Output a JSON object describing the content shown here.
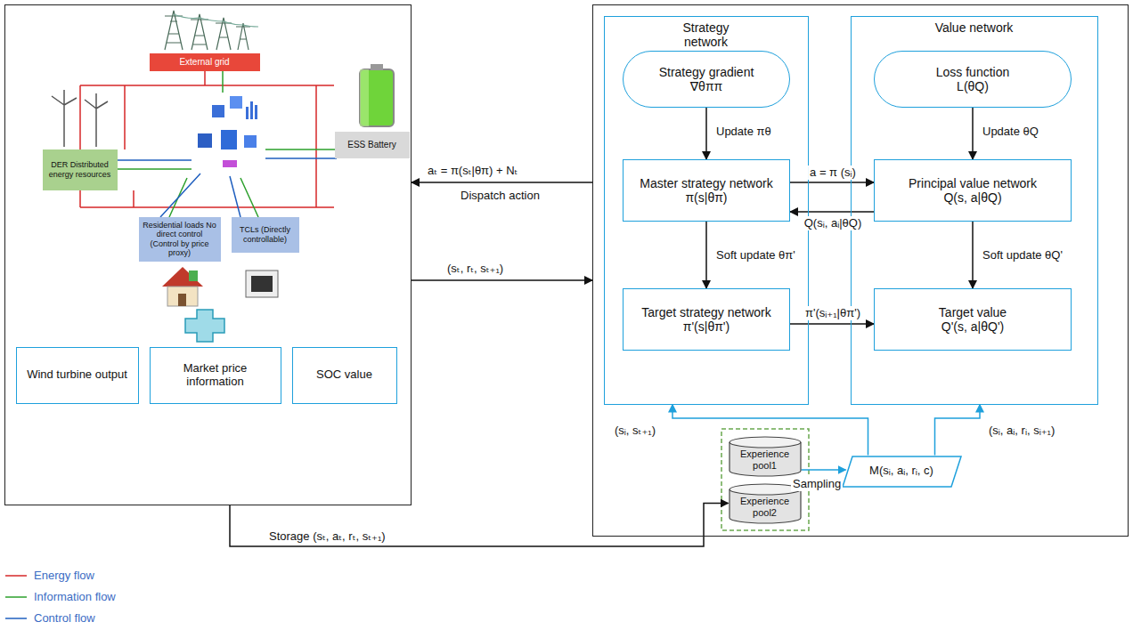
{
  "diagram": {
    "nodes": [
      {
        "text": []
      },
      {
        "text": [
          "External grid"
        ],
        "in": 0
      },
      {
        "text": [
          "DER Distributed energy resources"
        ],
        "in": 0
      },
      {
        "text": [
          "ESS Battery"
        ],
        "in": 0
      },
      {
        "text": [
          "Residential loads No direct control (Control by price proxy)"
        ],
        "in": 0
      },
      {
        "text": [
          "TCLs (Directly controllable)"
        ],
        "in": 0
      },
      {
        "text": [
          "Wind turbine output"
        ],
        "in": 0
      },
      {
        "text": [
          "Market price information"
        ],
        "in": 0
      },
      {
        "text": [
          "SOC value"
        ],
        "in": 0
      },
      {
        "text": []
      },
      {
        "text": [
          "Strategy network"
        ],
        "in": 9
      },
      {
        "text": [
          "Strategy gradient",
          "∇θππ"
        ],
        "in": 10
      },
      {
        "text": [
          "Master strategy network",
          "π(s|θπ)"
        ],
        "in": 10
      },
      {
        "text": [
          "Target strategy network",
          "π'(s|θπ')"
        ],
        "in": 10
      },
      {
        "text": [
          "Value network"
        ],
        "in": 9
      },
      {
        "text": [
          "Loss function",
          "L(θQ)"
        ],
        "in": 14
      },
      {
        "text": [
          "Principal value network",
          "Q(s, a|θQ)"
        ],
        "in": 14
      },
      {
        "text": [
          "Target value",
          "Q'(s, a|θQ')"
        ],
        "in": 14
      },
      {
        "text": [
          "Experience pool1"
        ],
        "in": 9
      },
      {
        "text": [
          "Experience pool2"
        ],
        "in": 9
      },
      {
        "text": [
          "M(sᵢ, aᵢ, rᵢ, c)"
        ],
        "in": 9
      }
    ],
    "edges": [
      {
        "from": 9,
        "to": 0,
        "arrow": "to",
        "label": "aₜ = π(sₜ|θπ) + Nₜ"
      },
      {
        "from": 0,
        "to": 9,
        "arrow": "to",
        "label": "(sₜ, rₜ, sₜ₊₁)"
      },
      {
        "from": 0,
        "to": 19,
        "arrow": "to",
        "label": "Storage (sₜ, aₜ, rₜ, sₜ₊₁)"
      },
      {
        "from": 18,
        "to": 20,
        "arrow": "to",
        "label": "Sampling"
      },
      {
        "from": 20,
        "to": 10,
        "arrow": "to",
        "label": "(sᵢ, sₜ₊₁)"
      },
      {
        "from": 20,
        "to": 14,
        "arrow": "to",
        "label": "(sᵢ, aᵢ, rᵢ, sᵢ₊₁)"
      },
      {
        "from": 11,
        "to": 12,
        "arrow": "to",
        "label": "Update πθ"
      },
      {
        "from": 12,
        "to": 13,
        "arrow": "to",
        "label": "Soft update θπ'"
      },
      {
        "from": 12,
        "to": 16,
        "arrow": "to",
        "label": "a = π (sᵢ)"
      },
      {
        "from": 16,
        "to": 12,
        "arrow": "to",
        "label": "Q(sᵢ, aᵢ|θQ)"
      },
      {
        "from": 15,
        "to": 16,
        "arrow": "to",
        "label": "Update θQ"
      },
      {
        "from": 16,
        "to": 17,
        "arrow": "to",
        "label": "Soft update θQ'"
      },
      {
        "from": 13,
        "to": 17,
        "arrow": "to",
        "label": "π'(sᵢ₊₁|θπ')"
      }
    ],
    "labels": [
      "Dispatch action"
    ],
    "legend": [
      {
        "text": "Energy flow"
      },
      {
        "text": "Information flow"
      },
      {
        "text": "Control flow"
      }
    ]
  }
}
